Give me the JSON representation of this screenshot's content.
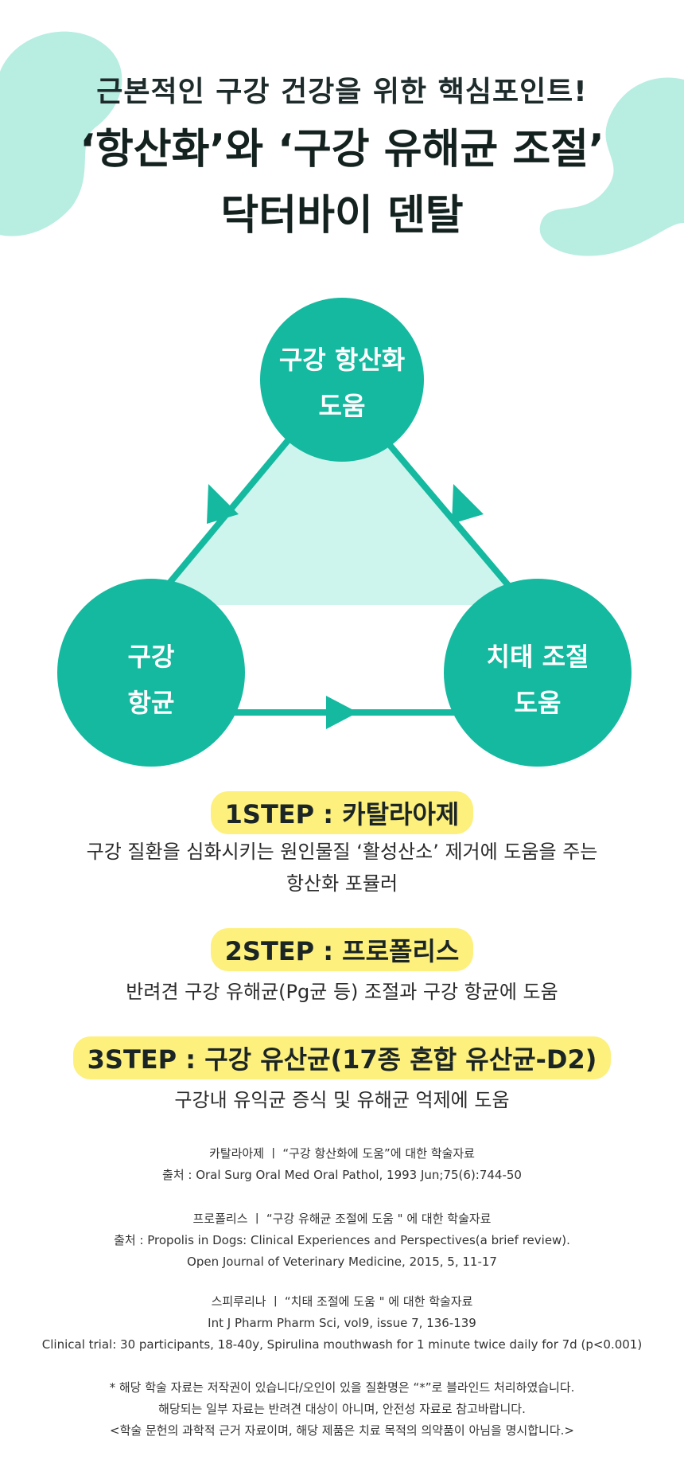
{
  "header": {
    "subtitle": "근본적인 구강 건강을 위한 핵심포인트!",
    "title_line1": "‘항산화’와 ‘구강 유해균 조절’",
    "title_line2": "닥터바이 덴탈"
  },
  "diagram": {
    "top": [
      "구강 항산화",
      "도움"
    ],
    "left": [
      "구강",
      "항균"
    ],
    "right": [
      "치태 조절",
      "도움"
    ]
  },
  "steps": [
    {
      "label": "1STEP : 카탈라아제",
      "desc": [
        "구강 질환을 심화시키는 원인물질 ‘활성산소’ 제거에 도움을 주는",
        "항산화 포뮬러"
      ]
    },
    {
      "label": "2STEP : 프로폴리스",
      "desc": [
        "반려견 구강 유해균(Pg균 등) 조절과 구강 항균에 도움"
      ]
    },
    {
      "label": "3STEP : 구강 유산균(17종 혼합 유산균-D2)",
      "desc": [
        "구강내 유익균 증식 및 유해균 억제에 도움"
      ]
    }
  ],
  "references": [
    [
      "카탈라아제 ㅣ “구강 항산화에 도움”에 대한 학술자료",
      "출처 : Oral Surg Oral Med Oral Pathol, 1993 Jun;75(6):744-50"
    ],
    [
      "프로폴리스 ㅣ “구강 유해균 조절에 도움 \" 에 대한 학술자료",
      "출처 : Propolis in Dogs: Clinical Experiences and Perspectives(a brief review).",
      "Open Journal of Veterinary Medicine, 2015, 5, 11-17"
    ],
    [
      "스피루리나 ㅣ “치태 조절에 도움 \" 에 대한 학술자료",
      "Int J Pharm Pharm Sci, vol9, issue 7, 136-139",
      "Clinical trial: 30 participants, 18-40y, Spirulina mouthwash for 1 minute twice daily for 7d (p<0.001)"
    ]
  ],
  "notes": [
    "* 해당 학술 자료는 저작권이 있습니다/오인이 있을 질환명은 “*”로 블라인드 처리하였습니다.",
    "해당되는 일부 자료는 반려견 대상이 아니며, 안전성 자료로 참고바랍니다.",
    "<학술 문헌의 과학적 근거 자료이며, 해당 제품은 치료 목적의 의약품이 아님을 명시합니다.>"
  ],
  "colors": {
    "teal": "#14b9a0",
    "mint": "#b8ede2",
    "triangle_fill": "#cdf5ee",
    "highlight": "#fdf07c"
  }
}
